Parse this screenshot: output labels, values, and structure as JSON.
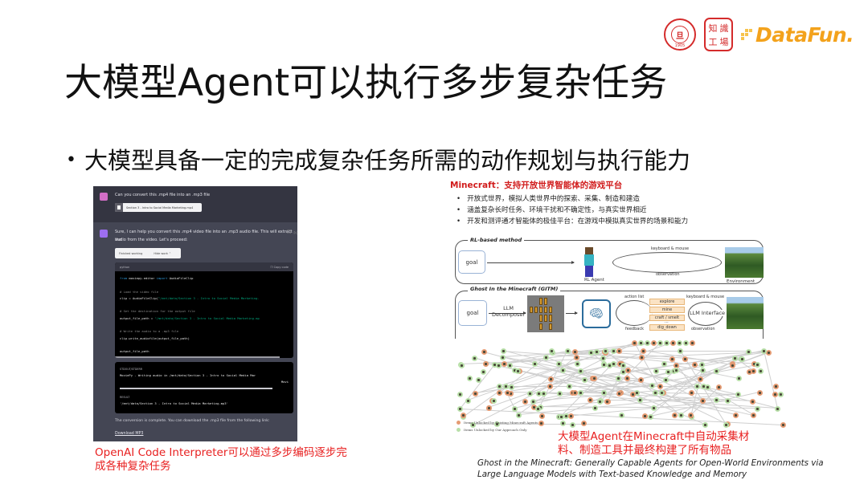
{
  "slide": {
    "title": "大模型Agent可以执行多步复杂任务",
    "bullet": "大模型具备一定的完成复杂任务所需的动作规划与执行能力",
    "bullet_marker": "•"
  },
  "logos": {
    "fudan": {
      "inner_text": "旦",
      "year": "1905",
      "label": "FUDAN UNIVERSITY",
      "color": "#d42b2b"
    },
    "zhishi": {
      "chars": [
        "知",
        "識",
        "工",
        "場"
      ],
      "color": "#d42b2b"
    },
    "datafun": {
      "text": "DataFun.",
      "color": "#f3a21c"
    }
  },
  "chatgpt_panel": {
    "colors": {
      "user_bg": "#343541",
      "bot_bg": "#444654",
      "code_bg": "#000000",
      "user_avatar": "#d26ec6",
      "bot_avatar": "#9d6ef0"
    },
    "user_message": "Can you convert this .mp4 file into an .mp3 file",
    "attachment": "Section 3 - Intro to Social Media Marketing.mp4",
    "assistant_message_line1": "Sure, I can help you convert this .mp4 video file into an .mp3 audio file. This will extract the",
    "assistant_message_line2": "audio from the video. Let's proceed:",
    "action_icons": [
      "copy-icon",
      "thumbs-up-icon",
      "thumbs-down-icon"
    ],
    "working_status": "Finished working",
    "hide_work_label": "Hide work ⌃",
    "code_language": "python",
    "copy_code_label": "Copy code",
    "code_lines": [
      {
        "type": "import",
        "kw1": "from",
        "mod": " moviepy.editor ",
        "kw2": "import",
        "name": " AudioFileClip"
      },
      {
        "type": "blank"
      },
      {
        "type": "comment",
        "text": "# Load the video file"
      },
      {
        "type": "assign",
        "lhs": "clip = AudioFileClip(",
        "str": "\"/mnt/data/Section 3 - Intro to Social Media Marketing."
      },
      {
        "type": "blank"
      },
      {
        "type": "comment",
        "text": "# Set the destination for the output file"
      },
      {
        "type": "assign",
        "lhs": "output_file_path = ",
        "str": "\"/mnt/data/Section 3 - Intro to Social Media Marketing.mp"
      },
      {
        "type": "blank"
      },
      {
        "type": "comment",
        "text": "# Write the audio to a .mp3 file"
      },
      {
        "type": "plain",
        "text": "clip.write_audiofile(output_file_path)"
      },
      {
        "type": "blank"
      },
      {
        "type": "plain",
        "text": "output_file_path"
      }
    ],
    "stdout_label": "STDOUT/STDERR",
    "stdout_line1": "MoviePy - Writing audio in /mnt/data/Section 3 - Intro to Social Media Mar",
    "stdout_line2": "Movi",
    "result_label": "RESULT",
    "result_value": "'/mnt/data/Section 3 - Intro to Social Media Marketing.mp3'",
    "completion_message": "The conversion is complete. You can download the .mp3 file from the following link:",
    "download_link": "Download MP3"
  },
  "left_caption": "OpenAI Code Interpreter可以通过多步编码逐步完成各种复杂任务",
  "minecraft_panel": {
    "title": "Minecraft：支持开放世界智能体的游戏平台",
    "bullets": [
      "开放式世界，模拟人类世界中的探索、采集、制造和建造",
      "涵盖复杂长时任务、环境干扰和不确定性，与真实世界相近",
      "开发和测评通才智能体的极佳平台：在游戏中模拟真实世界的场景和能力"
    ],
    "rl_method": {
      "label": "RL-based method",
      "goal": "goal",
      "agent": "RL Agent",
      "top_edge": "keyboard & mouse",
      "bottom_edge": "observation",
      "environment": "Environment"
    },
    "gitm": {
      "label": "Ghost In the Minecraft (GITM)",
      "goal": "goal",
      "decomposer": "LLM\nDecomposer",
      "decomposer_line1": "LLM",
      "decomposer_line2": "Decomposer",
      "action_list_label": "action list",
      "feedback_label": "feedback",
      "actions": [
        "explore",
        "mine",
        "craft / smelt",
        "...",
        "dig_down"
      ],
      "interface": "LLM Interface",
      "top_edge": "keyboard & mouse",
      "bottom_edge": "observation"
    },
    "tech_tree_legend": [
      {
        "label": "Items Unlocked by Existing Minecraft Agents",
        "color": "#e59b73"
      },
      {
        "label": "Items Unlocked by Our Approach Only",
        "color": "#b8dfa8"
      }
    ]
  },
  "right_caption": {
    "line1": "大模型Agent在Minecraft中自动采集材",
    "line2": "料、制造工具并最终构建了所有物品"
  },
  "paper_reference": {
    "line1": "Ghost in the Minecraft: Generally Capable Agents for Open-World Environments via",
    "line2": "Large Language Models with Text-based Knowledge and Memory"
  }
}
